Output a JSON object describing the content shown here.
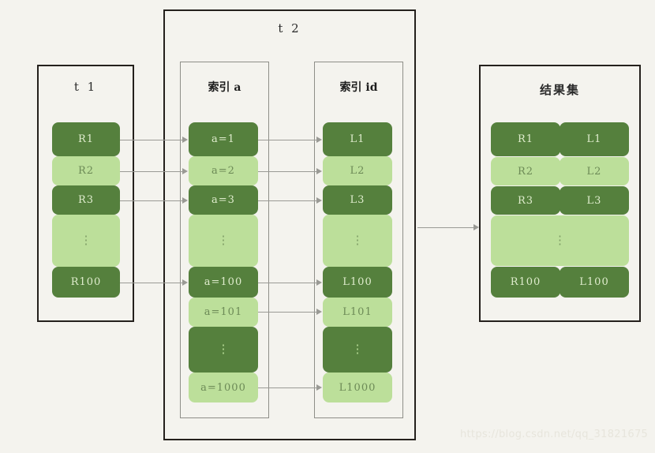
{
  "diagram": {
    "watermark": "https://blog.csdn.net/qq_31821675",
    "colors": {
      "background": "#f4f3ee",
      "dark_green": "#55803d",
      "light_green": "#bcdf9a",
      "outer_border": "#24201c",
      "inner_border": "#8e8e88",
      "connector": "#9a9a95"
    }
  },
  "t1": {
    "title": "t 1",
    "rows": [
      {
        "label": "R1",
        "shade": "dark"
      },
      {
        "label": "R2",
        "shade": "light"
      },
      {
        "label": "R3",
        "shade": "dark"
      },
      {
        "label": "⋮",
        "shade": "light",
        "is_ellipsis": true
      },
      {
        "label": "R100",
        "shade": "dark"
      }
    ]
  },
  "t2": {
    "title": "t 2",
    "index_a": {
      "title": "索引 a",
      "rows": [
        {
          "label": "a=1",
          "shade": "dark"
        },
        {
          "label": "a=2",
          "shade": "light"
        },
        {
          "label": "a=3",
          "shade": "dark"
        },
        {
          "label": "⋮",
          "shade": "light",
          "is_ellipsis": true
        },
        {
          "label": "a=100",
          "shade": "dark"
        },
        {
          "label": "a=101",
          "shade": "light"
        },
        {
          "label": "⋮",
          "shade": "dark",
          "is_ellipsis": true
        },
        {
          "label": "a=1000",
          "shade": "light"
        }
      ]
    },
    "index_id": {
      "title": "索引 id",
      "rows": [
        {
          "label": "L1",
          "shade": "dark"
        },
        {
          "label": "L2",
          "shade": "light"
        },
        {
          "label": "L3",
          "shade": "dark"
        },
        {
          "label": "⋮",
          "shade": "light",
          "is_ellipsis": true
        },
        {
          "label": "L100",
          "shade": "dark"
        },
        {
          "label": "L101",
          "shade": "light"
        },
        {
          "label": "⋮",
          "shade": "dark",
          "is_ellipsis": true
        },
        {
          "label": "L1000",
          "shade": "light"
        }
      ]
    }
  },
  "result_set": {
    "title": "结果集",
    "rows": [
      {
        "left": "R1",
        "right": "L1",
        "shade": "dark"
      },
      {
        "left": "R2",
        "right": "L2",
        "shade": "light"
      },
      {
        "left": "R3",
        "right": "L3",
        "shade": "dark"
      },
      {
        "left": "⋮",
        "right": "",
        "shade": "light",
        "is_ellipsis": true
      },
      {
        "left": "R100",
        "right": "L100",
        "shade": "dark"
      }
    ]
  }
}
